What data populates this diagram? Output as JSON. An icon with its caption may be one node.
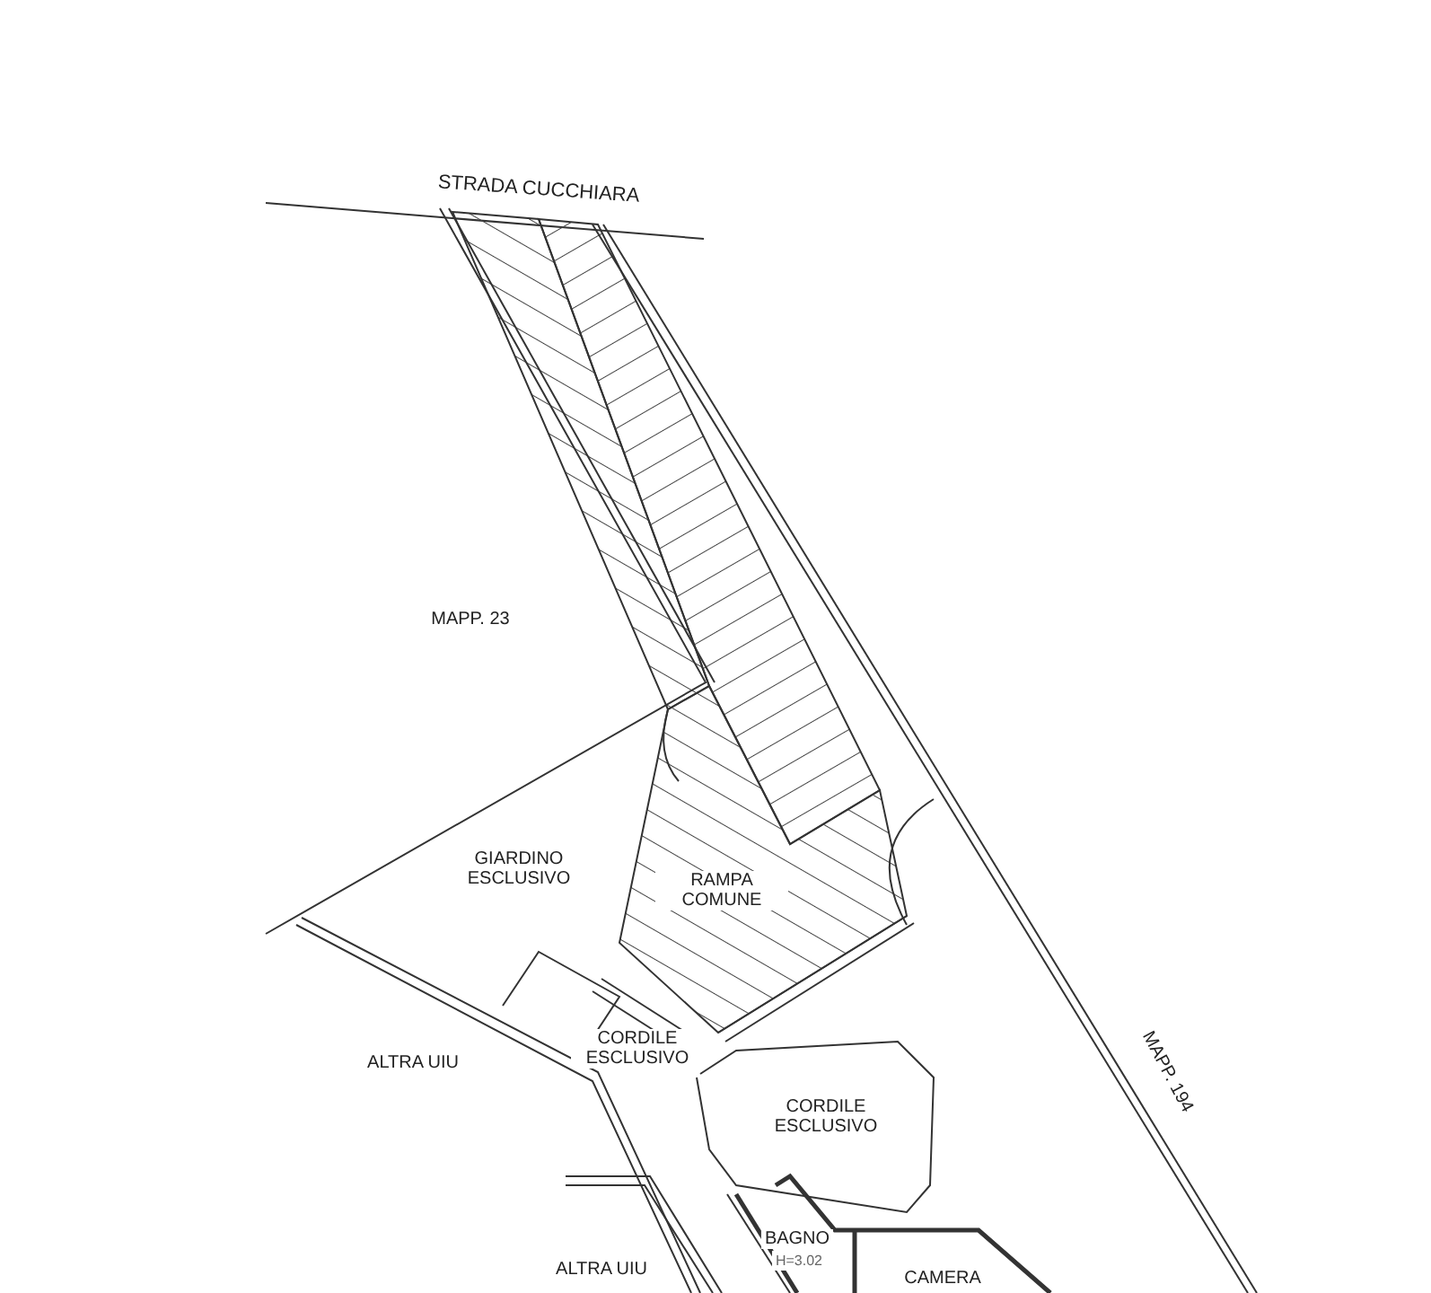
{
  "diagram": {
    "labels": [
      "STRADA CUCCHIARA",
      "MAPP. 23",
      "GIARDINO ESCLUSIVO",
      "RAMPA COMUNE",
      "ALTRA UIU",
      "CORDILE ESCLUSIVO",
      "MAPP. 194",
      "CORDILE ESCLUSIVO",
      "ALTRA UIU",
      "BAGNO",
      "H=3.02",
      "CAMERA"
    ]
  }
}
